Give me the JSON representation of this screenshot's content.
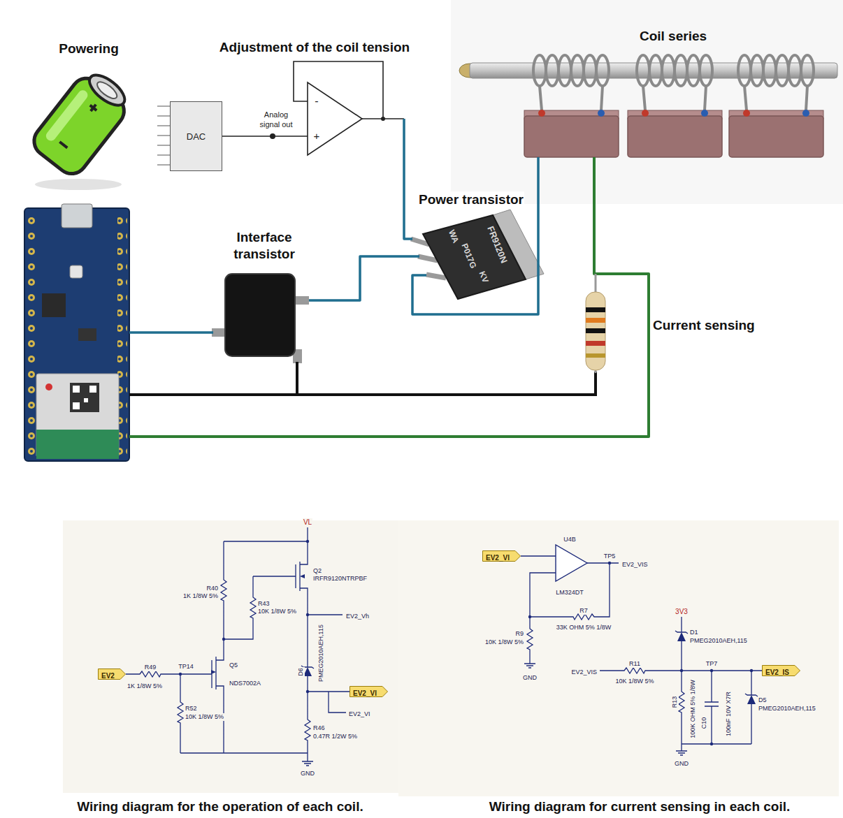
{
  "diagram": {
    "nodes": [
      {
        "text": [
          "DAC"
        ]
      },
      {
        "text": [
          "EV2"
        ]
      },
      {
        "text": [
          "EV2_VI"
        ]
      },
      {
        "text": [
          "EV2_VI"
        ]
      },
      {
        "text": [
          "EV2_IS"
        ]
      }
    ],
    "labels": [
      "Powering",
      "Adjustment of the coil tension",
      "Analog signal out",
      "-",
      "+",
      "Coil series",
      "Power transistor",
      "FR9120N",
      "WA",
      "P017G",
      "KV",
      "Interface transistor",
      "Current sensing",
      "VL",
      "R40",
      "1K 1/8W 5%",
      "R43",
      "10K 1/8W 5%",
      "Q2",
      "IRFR9120NTRPBF",
      "EV2_Vh",
      "D6",
      "PMEG2010AEH,115",
      "TP14",
      "Q5",
      "NDS7002A",
      "R49",
      "1K 1/8W 5%",
      "R52",
      "10K 1/8W 5%",
      "EV2_VI",
      "R46",
      "0.47R 1/2W 5%",
      "GND",
      "U4B",
      "LM324DT",
      "TP5",
      "EV2_VIS",
      "R9",
      "10K 1/8W 5%",
      "GND",
      "R7",
      "33K OHM 5% 1/8W",
      "3V3",
      "D1",
      "PMEG2010AEH,115",
      "TP7",
      "EV2_VIS",
      "R11",
      "10K 1/8W 5%",
      "R13",
      "100K OHM 5% 1/8W",
      "C10",
      "100nF 10V X7R",
      "D5",
      "PMEG2010AEH,115",
      "GND",
      "Wiring diagram for the operation of each coil.",
      "Wiring diagram for current sensing in each coil."
    ]
  }
}
